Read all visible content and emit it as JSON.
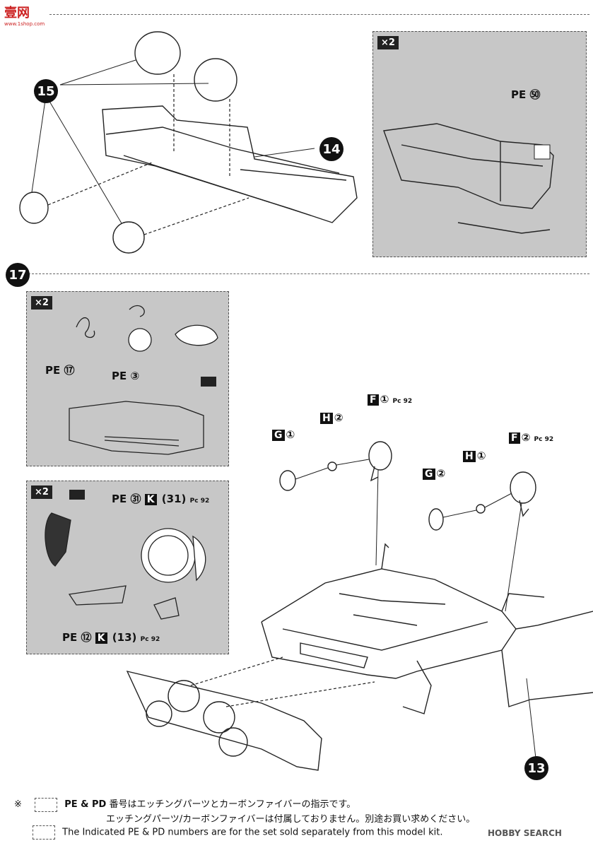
{
  "logo": {
    "site_name": "壹网",
    "site_url": "www.1shop.com"
  },
  "steps": {
    "s15": "15",
    "s14": "14",
    "s17": "17",
    "s13": "13"
  },
  "panel_top": {
    "badge": "×2",
    "label": "PE ㊿"
  },
  "panel_mid": {
    "badge": "×2",
    "label_a": "PE ⑰",
    "label_b": "PE ③"
  },
  "panel_low": {
    "badge": "×2",
    "label_top": "PE ㉛",
    "label_top_part": "(31)",
    "label_bottom": "PE ⑫",
    "label_bottom_part": "(13)",
    "pc": "Pc 92"
  },
  "parts": {
    "g1": {
      "letter": "G",
      "num": "①"
    },
    "h2": {
      "letter": "H",
      "num": "②"
    },
    "f1": {
      "letter": "F",
      "num": "①",
      "pc": "Pc 92"
    },
    "f2": {
      "letter": "F",
      "num": "②",
      "pc": "Pc 92"
    },
    "h1": {
      "letter": "H",
      "num": "①"
    },
    "g2": {
      "letter": "G",
      "num": "②"
    }
  },
  "notes": {
    "mark": "※",
    "line1": "番号はエッチングパーツとカーボンファイバーの指示です。",
    "line2": "エッチングパーツ/カーボンファイバーは付属しておりません。別途お買い求めください。",
    "line3": "The Indicated PE & PD numbers are for the set sold separately from this model kit.",
    "pe_pd": "PE & PD"
  },
  "watermark": "HOBBY SEARCH"
}
